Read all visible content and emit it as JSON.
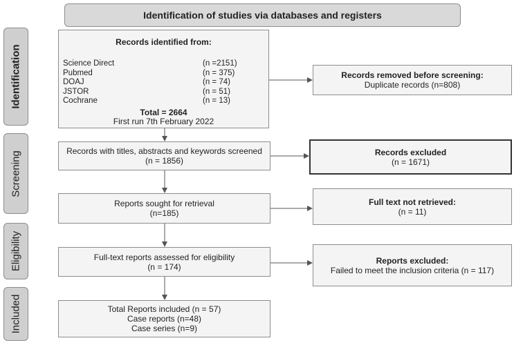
{
  "header": {
    "title": "Identification of studies via databases and registers"
  },
  "stages": {
    "identification": "Identification",
    "screening": "Screening",
    "eligibility": "Eligibility",
    "included": "Included"
  },
  "identified": {
    "heading": "Records identified from:",
    "sources": [
      {
        "name": "Science Direct",
        "n": "(n =2151)"
      },
      {
        "name": "Pubmed",
        "n": "(n = 375)"
      },
      {
        "name": "DOAJ",
        "n": "(n = 74)"
      },
      {
        "name": "JSTOR",
        "n": "(n = 51)"
      },
      {
        "name": "Cochrane",
        "n": "(n = 13)"
      }
    ],
    "total": "Total = 2664",
    "run": "First run 7th February 2022"
  },
  "removed": {
    "heading": "Records removed before screening:",
    "detail": "Duplicate records (n=808)"
  },
  "screened": {
    "line1": "Records with titles, abstracts and keywords screened",
    "line2": "(n = 1856)"
  },
  "excluded": {
    "heading": "Records excluded",
    "detail": "(n = 1671)"
  },
  "sought": {
    "line1": "Reports sought for retrieval",
    "line2": "(n=185)"
  },
  "not_retrieved": {
    "heading": "Full text not retrieved:",
    "detail": "(n = 11)"
  },
  "assessed": {
    "line1": "Full-text reports assessed for eligibility",
    "line2": "(n = 174)"
  },
  "reports_excluded": {
    "heading": "Reports excluded:",
    "detail": "Failed to meet the inclusion criteria (n = 117)"
  },
  "included": {
    "line1": "Total Reports included (n = 57)",
    "line2": "Case reports (n=48)",
    "line3": "Case series (n=9)"
  }
}
